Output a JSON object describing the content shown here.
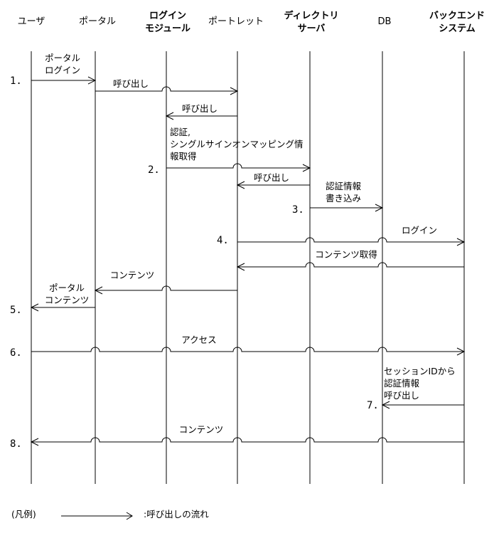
{
  "participants": [
    {
      "key": "user",
      "lines": [
        "ユーザ"
      ],
      "bold": false
    },
    {
      "key": "portal",
      "lines": [
        "ポータル"
      ],
      "bold": false
    },
    {
      "key": "login",
      "lines": [
        "ログイン",
        "モジュール"
      ],
      "bold": true
    },
    {
      "key": "portlet",
      "lines": [
        "ポートレット"
      ],
      "bold": false
    },
    {
      "key": "dir",
      "lines": [
        "ディレクトリ",
        "サーバ"
      ],
      "bold": true
    },
    {
      "key": "db",
      "lines": [
        "DB"
      ],
      "bold": false
    },
    {
      "key": "backend",
      "lines": [
        "バックエンド",
        "システム"
      ],
      "bold": true
    }
  ],
  "steps": [
    "1.",
    "2.",
    "3.",
    "4.",
    "5.",
    "6.",
    "7.",
    "8."
  ],
  "messages": [
    {
      "from": "user",
      "to": "portal",
      "label": [
        "ポータル",
        "ログイン"
      ]
    },
    {
      "from": "portal",
      "to": "portlet",
      "label": [
        "呼び出し"
      ]
    },
    {
      "from": "portlet",
      "to": "login",
      "label": [
        "呼び出し"
      ]
    },
    {
      "from": "login",
      "to": "dir",
      "label": [
        "認証,",
        "シングルサインオンマッピング情",
        "報取得"
      ]
    },
    {
      "from": "dir",
      "to": "portlet",
      "label": [
        "呼び出し"
      ]
    },
    {
      "from": "dir",
      "to": "db",
      "label": [
        "認証情報",
        "書き込み"
      ]
    },
    {
      "from": "portlet",
      "to": "backend",
      "label": [
        "ログイン"
      ]
    },
    {
      "from": "backend",
      "to": "portlet",
      "label": [
        "コンテンツ取得"
      ]
    },
    {
      "from": "portlet",
      "to": "portal",
      "label": [
        "コンテンツ"
      ]
    },
    {
      "from": "portal",
      "to": "user",
      "label": [
        "ポータル",
        "コンテンツ"
      ]
    },
    {
      "from": "user",
      "to": "backend",
      "label": [
        "アクセス"
      ]
    },
    {
      "from": "backend",
      "to": "db",
      "label": [
        "セッションIDから",
        "認証情報",
        "呼び出し"
      ]
    },
    {
      "from": "backend",
      "to": "user",
      "label": [
        "コンテンツ"
      ]
    }
  ],
  "legend": {
    "label": "(凡例)",
    "description": ":呼び出しの流れ"
  }
}
